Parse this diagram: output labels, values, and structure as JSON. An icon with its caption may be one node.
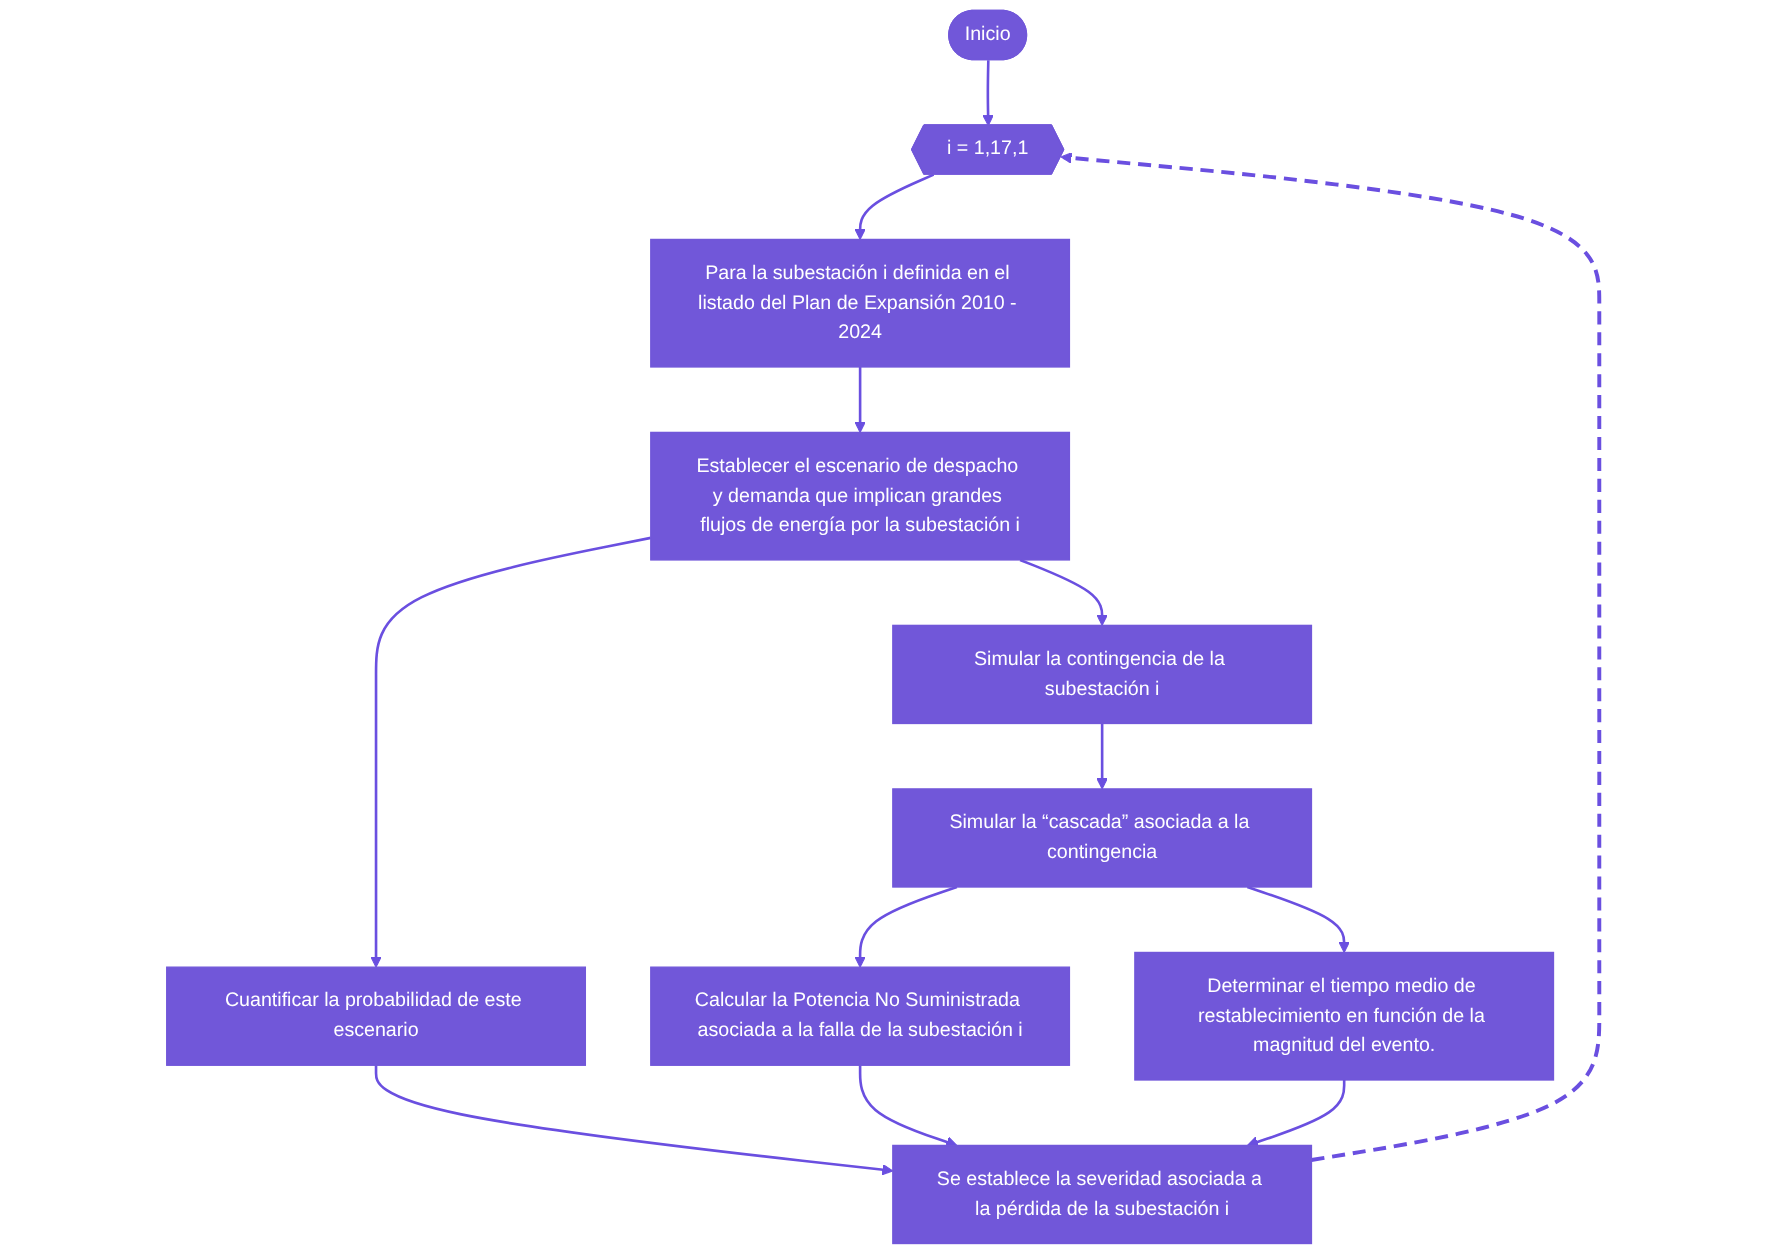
{
  "diagram": {
    "nodes": [
      {
        "text": [
          "Inicio"
        ]
      },
      {
        "text": [
          "i = 1,17,1"
        ]
      },
      {
        "text": [
          "Para la subestación i definida en el listado del Plan de Expansión 2010 - 2024"
        ]
      },
      {
        "text": [
          "Establecer el escenario de despacho y demanda que implican grandes flujos de energía por la subestación i"
        ]
      },
      {
        "text": [
          "Simular la contingencia de la subestación i"
        ]
      },
      {
        "text": [
          "Simular la “cascada” asociada a la contingencia"
        ]
      },
      {
        "text": [
          "Determinar el tiempo medio de restablecimiento en función de la magnitud del evento."
        ]
      },
      {
        "text": [
          "Cuantificar la probabilidad de este escenario"
        ]
      },
      {
        "text": [
          "Calcular la Potencia No Suministrada asociada a la falla de la subestación i"
        ]
      },
      {
        "text": [
          "Se establece la severidad asociada a la pérdida de la subestación i"
        ]
      }
    ],
    "edges": [
      {
        "from": 0,
        "to": 1,
        "arrow": "to"
      },
      {
        "from": 1,
        "to": 2,
        "arrow": "to"
      },
      {
        "from": 2,
        "to": 3,
        "arrow": "to"
      },
      {
        "from": 3,
        "to": 4,
        "arrow": "to"
      },
      {
        "from": 4,
        "to": 5,
        "arrow": "to"
      },
      {
        "from": 5,
        "to": 6,
        "arrow": "to"
      },
      {
        "from": 3,
        "to": 7,
        "arrow": "to"
      },
      {
        "from": 5,
        "to": 8,
        "arrow": "to"
      },
      {
        "from": 7,
        "to": 9,
        "arrow": "to"
      },
      {
        "from": 8,
        "to": 9,
        "arrow": "to"
      },
      {
        "from": 6,
        "to": 9,
        "arrow": "to"
      },
      {
        "from": 9,
        "to": 1,
        "arrow": "to",
        "style": "dashed"
      }
    ]
  }
}
